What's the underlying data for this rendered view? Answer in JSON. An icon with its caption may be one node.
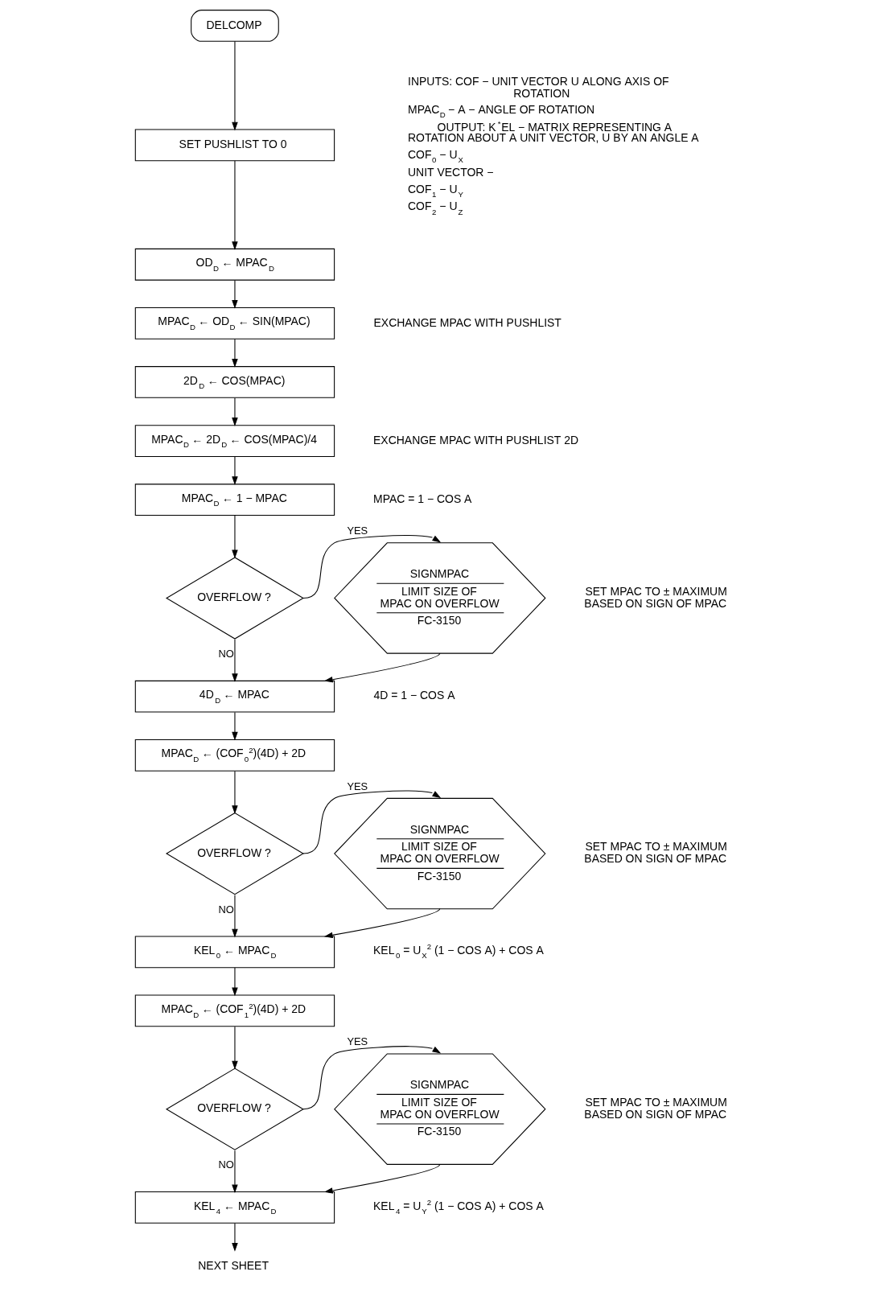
{
  "diagram": {
    "nodes": [
      {
        "text": [
          "DELCOMP"
        ]
      },
      {
        "text": [
          "SET PUSHLIST TO 0"
        ]
      },
      {
        "text": [
          "OD$_{D}$ ← MPAC$_{D}$"
        ]
      },
      {
        "text": [
          "MPAC$_{D}$ ← OD$_{D}$ ← SIN(MPAC)"
        ],
        "beside": [
          "EXCHANGE MPAC WITH PUSHLIST"
        ]
      },
      {
        "text": [
          "2D$_{D}$ ← COS(MPAC)"
        ]
      },
      {
        "text": [
          "MPAC$_{D}$ ← 2D$_{D}$ ← COS(MPAC)/4"
        ],
        "beside": [
          "EXCHANGE MPAC WITH PUSHLIST 2D"
        ]
      },
      {
        "text": [
          "MPAC$_{D}$ ← 1 − MPAC"
        ],
        "beside": [
          "MPAC = 1 − COS A"
        ]
      },
      {
        "text": [
          "OVERFLOW ?"
        ]
      },
      {
        "text": [
          "SIGNMPAC",
          "LIMIT SIZE OF MPAC ON OVERFLOW",
          "FC-3150"
        ],
        "beside": [
          "SET MPAC TO ± MAXIMUM BASED ON SIGN OF MPAC"
        ]
      },
      {
        "text": [
          "4D$_{D}$ ← MPAC"
        ],
        "beside": [
          "4D = 1 − COS A"
        ]
      },
      {
        "text": [
          "MPAC$_{D}$ ← (COF$_{0}$$^{2}$)(4D) + 2D"
        ]
      },
      {
        "text": [
          "OVERFLOW ?"
        ]
      },
      {
        "text": [
          "SIGNMPAC",
          "LIMIT SIZE OF MPAC ON OVERFLOW",
          "FC-3150"
        ],
        "beside": [
          "SET MPAC TO ± MAXIMUM BASED ON SIGN OF MPAC"
        ]
      },
      {
        "text": [
          "KEL$_{0}$ ← MPAC$_{D}$"
        ],
        "beside": [
          "KEL$_{0}$ = U$_{X}$$^{2}$ (1 − COS A) + COS A"
        ]
      },
      {
        "text": [
          "MPAC$_{D}$ ← (COF$_{1}$$^{2}$)(4D) + 2D"
        ]
      },
      {
        "text": [
          "OVERFLOW ?"
        ]
      },
      {
        "text": [
          "SIGNMPAC",
          "LIMIT SIZE OF MPAC ON OVERFLOW",
          "FC-3150"
        ],
        "beside": [
          "SET MPAC TO ± MAXIMUM BASED ON SIGN OF MPAC"
        ]
      },
      {
        "text": [
          "KEL$_{4}$ ← MPAC$_{D}$"
        ],
        "beside": [
          "KEL$_{4}$ = U$_{Y}$$^{2}$ (1 − COS A) + COS A"
        ]
      },
      {
        "text": [
          "NEXT SHEET"
        ]
      }
    ],
    "edges": [
      {
        "from": 0,
        "to": 1,
        "arrow": "to"
      },
      {
        "from": 1,
        "to": 2,
        "arrow": "to"
      },
      {
        "from": 2,
        "to": 3,
        "arrow": "to"
      },
      {
        "from": 3,
        "to": 4,
        "arrow": "to"
      },
      {
        "from": 4,
        "to": 5,
        "arrow": "to"
      },
      {
        "from": 5,
        "to": 6,
        "arrow": "to"
      },
      {
        "from": 6,
        "to": 7,
        "arrow": "to"
      },
      {
        "from": 7,
        "to": 8,
        "arrow": "to",
        "label": "YES"
      },
      {
        "from": 7,
        "to": 9,
        "arrow": "to",
        "label": "NO"
      },
      {
        "from": 8,
        "to": 9,
        "arrow": "to"
      },
      {
        "from": 9,
        "to": 10,
        "arrow": "to"
      },
      {
        "from": 10,
        "to": 11,
        "arrow": "to"
      },
      {
        "from": 11,
        "to": 12,
        "arrow": "to",
        "label": "YES"
      },
      {
        "from": 11,
        "to": 13,
        "arrow": "to",
        "label": "NO"
      },
      {
        "from": 12,
        "to": 13,
        "arrow": "to"
      },
      {
        "from": 13,
        "to": 14,
        "arrow": "to"
      },
      {
        "from": 14,
        "to": 15,
        "arrow": "to"
      },
      {
        "from": 15,
        "to": 16,
        "arrow": "to",
        "label": "YES"
      },
      {
        "from": 15,
        "to": 17,
        "arrow": "to",
        "label": "NO"
      },
      {
        "from": 16,
        "to": 17,
        "arrow": "to"
      },
      {
        "from": 17,
        "to": 18,
        "arrow": "to"
      }
    ],
    "labels": [
      "INPUTS: COF − UNIT VECTOR U ALONG AXIS OF ROTATION",
      "MPAC$_{D}$ − A − ANGLE OF ROTATION",
      "OUTPUT: K$^{*}$EL − MATRIX REPRESENTING A ROTATION ABOUT A UNIT VECTOR, U BY AN ANGLE A",
      "COF$_{0}$ − U$_{X}$",
      "UNIT VECTOR −",
      "COF$_{1}$ − U$_{Y}$",
      "COF$_{2}$ − U$_{Z}$"
    ]
  }
}
